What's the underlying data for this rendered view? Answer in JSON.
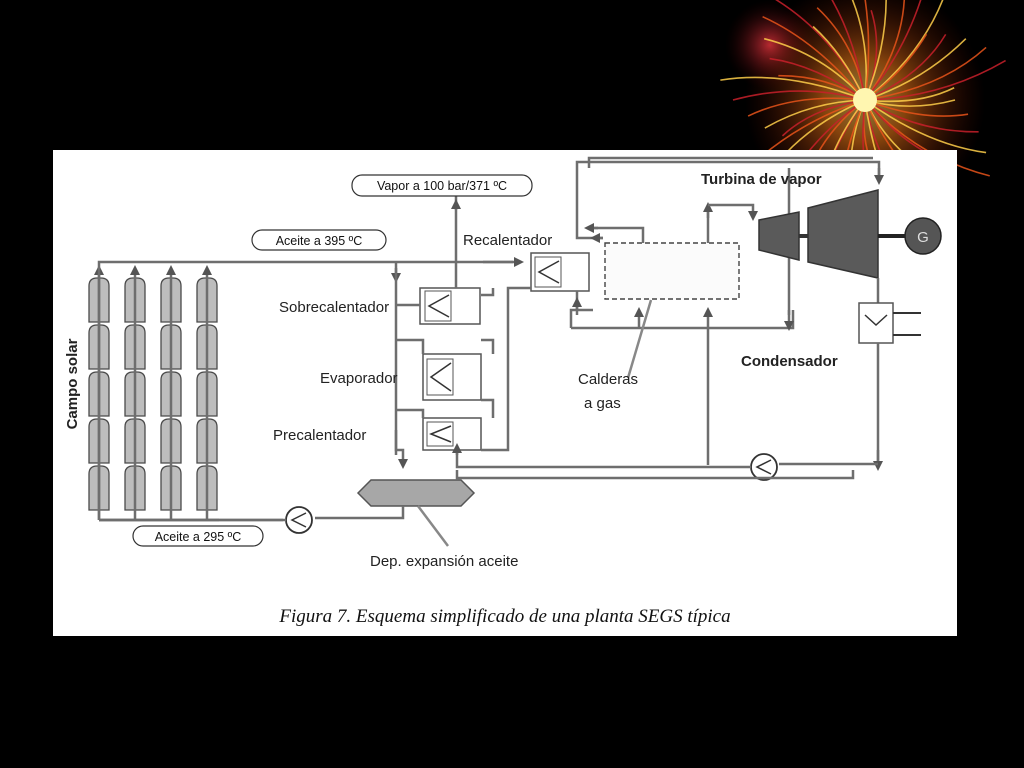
{
  "figure": {
    "caption": "Figura 7. Esquema simplificado de una planta SEGS típica",
    "labels": {
      "steam": "Vapor a 100 bar/371 ºC",
      "oil_hot": "Aceite a 395 ºC",
      "oil_cold": "Aceite a 295 ºC",
      "turbine": "Turbina de vapor",
      "generator": "G",
      "reheater": "Recalentador",
      "superheater": "Sobrecalentador",
      "evaporator": "Evaporador",
      "preheater": "Precalentador",
      "boilers_line1": "Calderas",
      "boilers_line2": "a gas",
      "condenser": "Condensador",
      "solar_field": "Campo solar",
      "expansion_tank": "Dep. expansión aceite"
    }
  }
}
